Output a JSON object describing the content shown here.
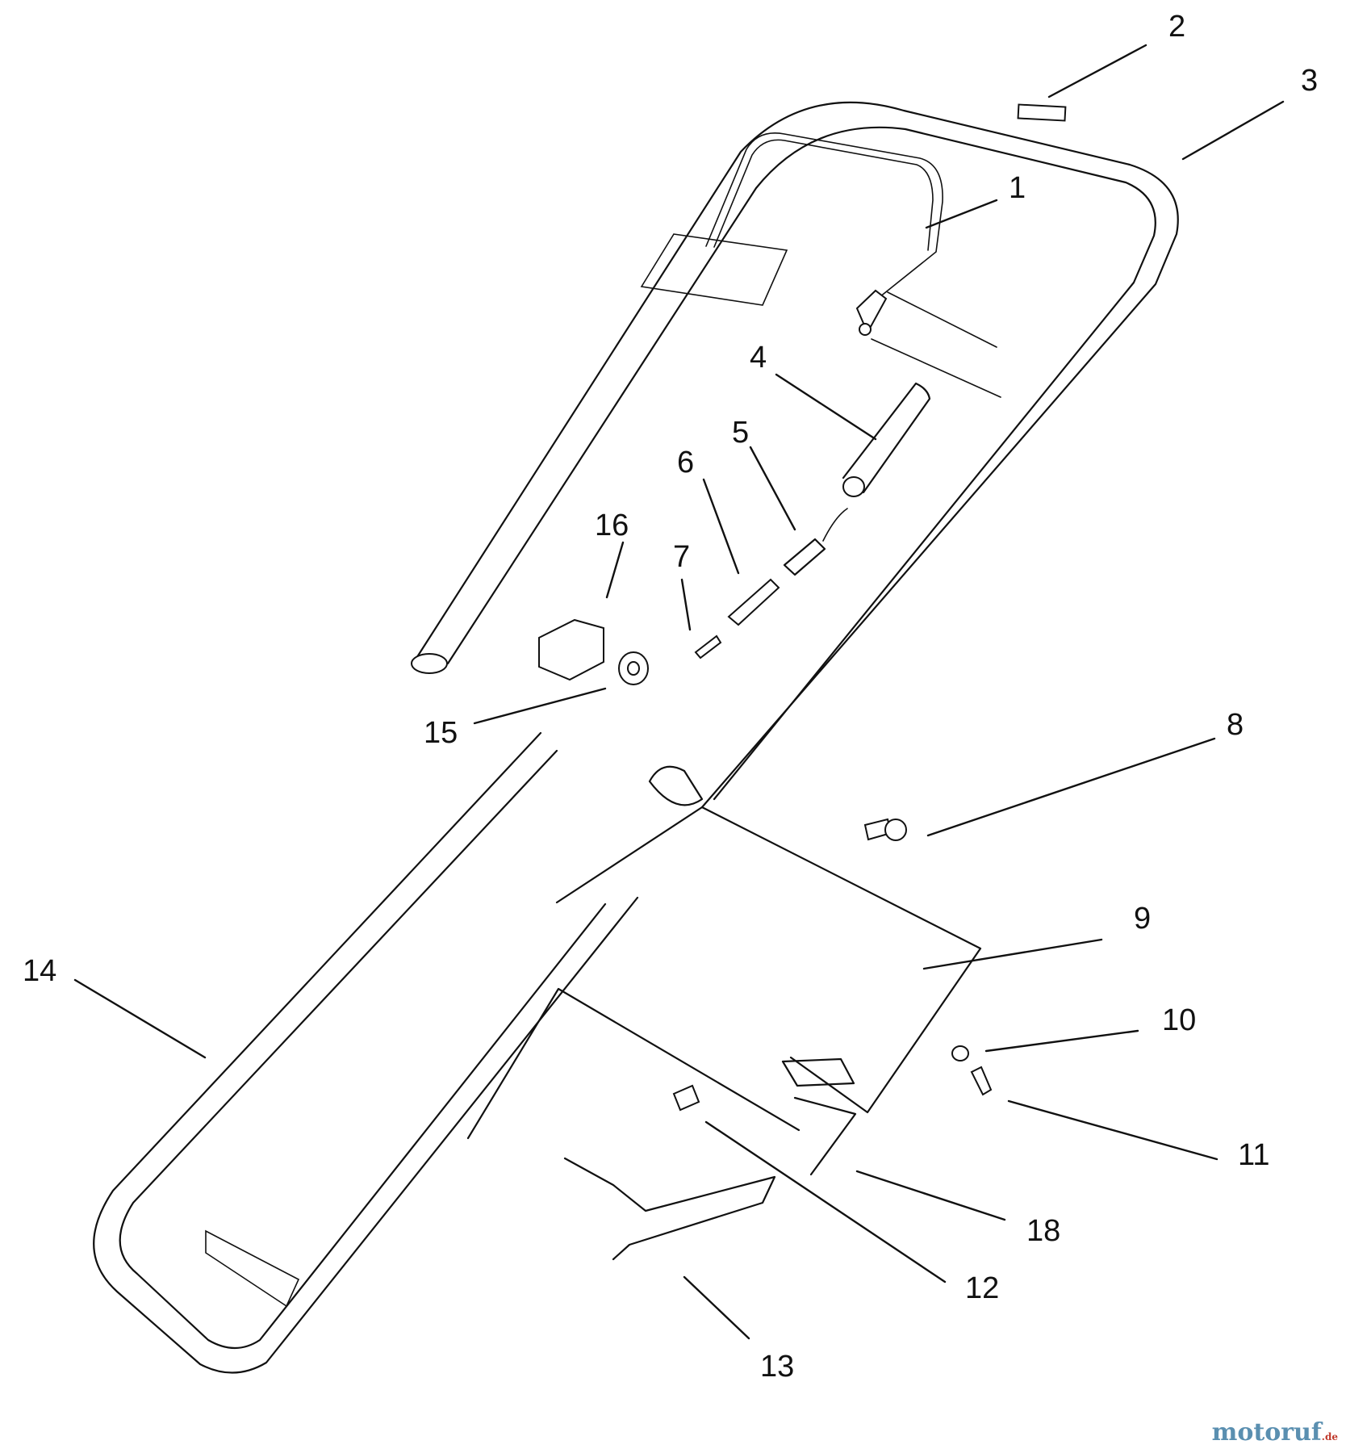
{
  "diagram": {
    "callouts": [
      "1",
      "2",
      "3",
      "4",
      "5",
      "6",
      "7",
      "8",
      "9",
      "10",
      "11",
      "12",
      "13",
      "14",
      "15",
      "16",
      "18"
    ]
  },
  "watermark": {
    "brand": "motoruf",
    "suffix": ".de"
  }
}
